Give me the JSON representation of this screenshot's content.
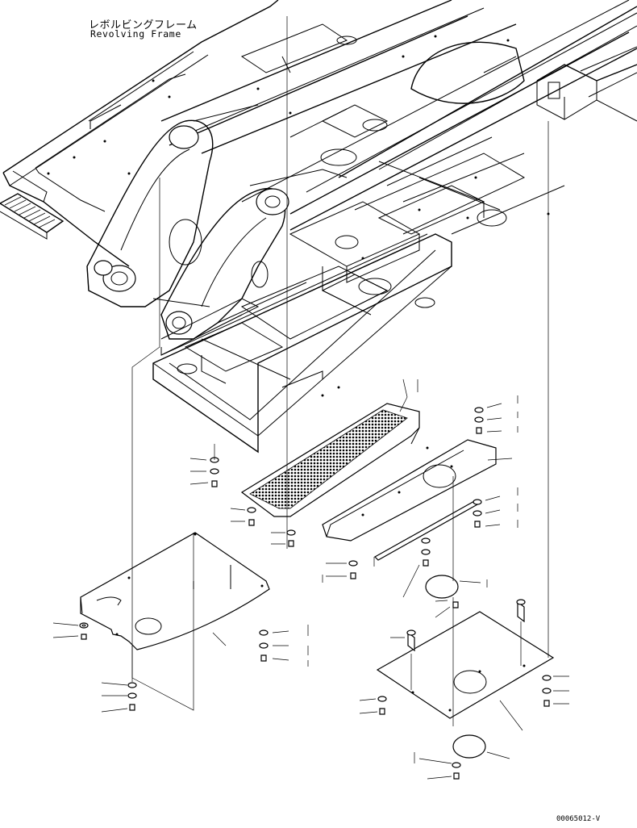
{
  "title": {
    "japanese": "レボルビングフレーム",
    "english": "Revolving Frame"
  },
  "drawing_number": "00065012-V",
  "colors": {
    "line": "#000000",
    "background": "#ffffff"
  },
  "parts": [
    {
      "name": "revolving-frame",
      "kind": "frame"
    },
    {
      "name": "perforated-cover",
      "kind": "plate"
    },
    {
      "name": "right-cover-plate",
      "kind": "plate"
    },
    {
      "name": "left-under-cover",
      "kind": "plate"
    },
    {
      "name": "right-under-cover",
      "kind": "plate"
    },
    {
      "name": "round-cover",
      "kind": "plate"
    },
    {
      "name": "pin",
      "kind": "pin"
    },
    {
      "name": "seal-strip",
      "kind": "strip"
    },
    {
      "name": "bolt",
      "kind": "fastener"
    },
    {
      "name": "washer",
      "kind": "fastener"
    }
  ]
}
